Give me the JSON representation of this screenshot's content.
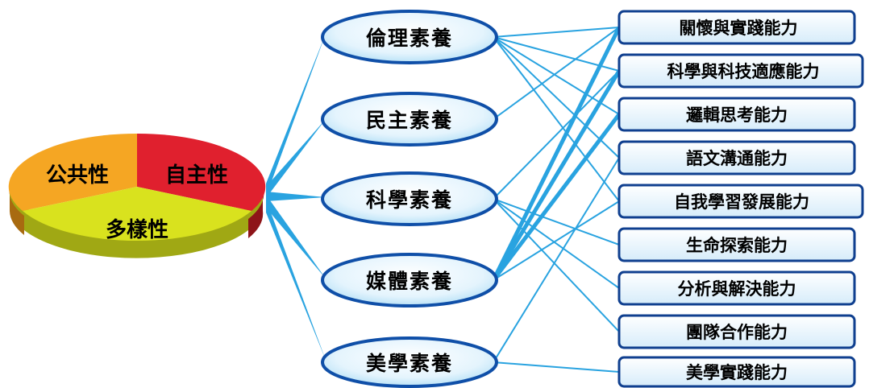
{
  "pie": {
    "segments": [
      {
        "label": "公共性",
        "color": "#f5a623"
      },
      {
        "label": "自主性",
        "color": "#e0202e"
      },
      {
        "label": "多樣性",
        "color": "#d9e21e"
      }
    ]
  },
  "literacies": [
    {
      "label": "倫理素養"
    },
    {
      "label": "民主素養"
    },
    {
      "label": "科學素養"
    },
    {
      "label": "媒體素養"
    },
    {
      "label": "美學素養"
    }
  ],
  "capabilities": [
    {
      "label": "關懷與實踐能力"
    },
    {
      "label": "科學與科技適應能力"
    },
    {
      "label": "邏輯思考能力"
    },
    {
      "label": "語文溝通能力"
    },
    {
      "label": "自我學習發展能力"
    },
    {
      "label": "生命探索能力"
    },
    {
      "label": "分析與解決能力"
    },
    {
      "label": "團隊合作能力"
    },
    {
      "label": "美學實踐能力"
    }
  ],
  "colors": {
    "connector": "#29a3e0",
    "ellipse_fill": "#e9f6fd",
    "ellipse_stroke": "#0f4fa8",
    "box_fill": "#f1f8fd",
    "box_stroke": "#0f3f8f"
  }
}
